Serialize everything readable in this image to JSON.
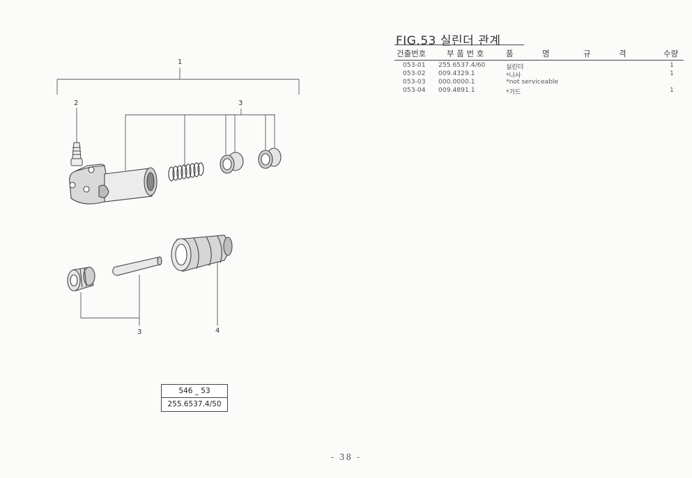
{
  "figure": {
    "title": "FIG.53 실린더 관계"
  },
  "table": {
    "headers": {
      "no": "건출번호",
      "part": "부 품 번 호",
      "name_a": "품",
      "name_b": "명",
      "spec_a": "규",
      "spec_b": "격",
      "qty": "수량"
    },
    "rows": [
      {
        "no": "053-01",
        "part": "255.6537.4/60",
        "name": "실린더",
        "qty": "1"
      },
      {
        "no": "053-02",
        "part": "009.4329.1",
        "name": "*나사",
        "qty": "1"
      },
      {
        "no": "053-03",
        "part": "000.0000.1",
        "name": "*not serviceable",
        "qty": ""
      },
      {
        "no": "053-04",
        "part": "009.4891.1",
        "name": "*가드",
        "qty": "1"
      }
    ]
  },
  "diagram": {
    "callouts": [
      "1",
      "2",
      "3",
      "3",
      "4"
    ]
  },
  "reference_box": {
    "line1": "546 _ 53",
    "line2": "255.6537.4/50"
  },
  "page_number": "- 38 -"
}
